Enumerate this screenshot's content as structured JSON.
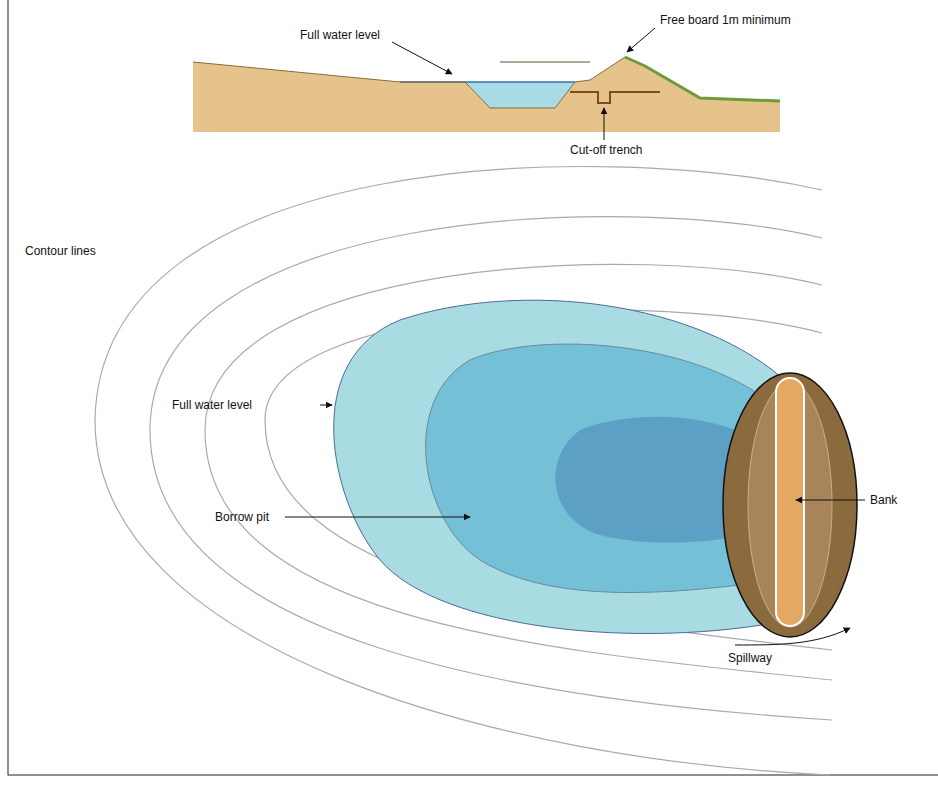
{
  "diagram": {
    "labels": [
      "Free board 1m minimum",
      "Full water level",
      "Cut-off trench",
      "Contour lines",
      "Full water level",
      "Borrow pit",
      "Bank",
      "Spillway"
    ]
  }
}
